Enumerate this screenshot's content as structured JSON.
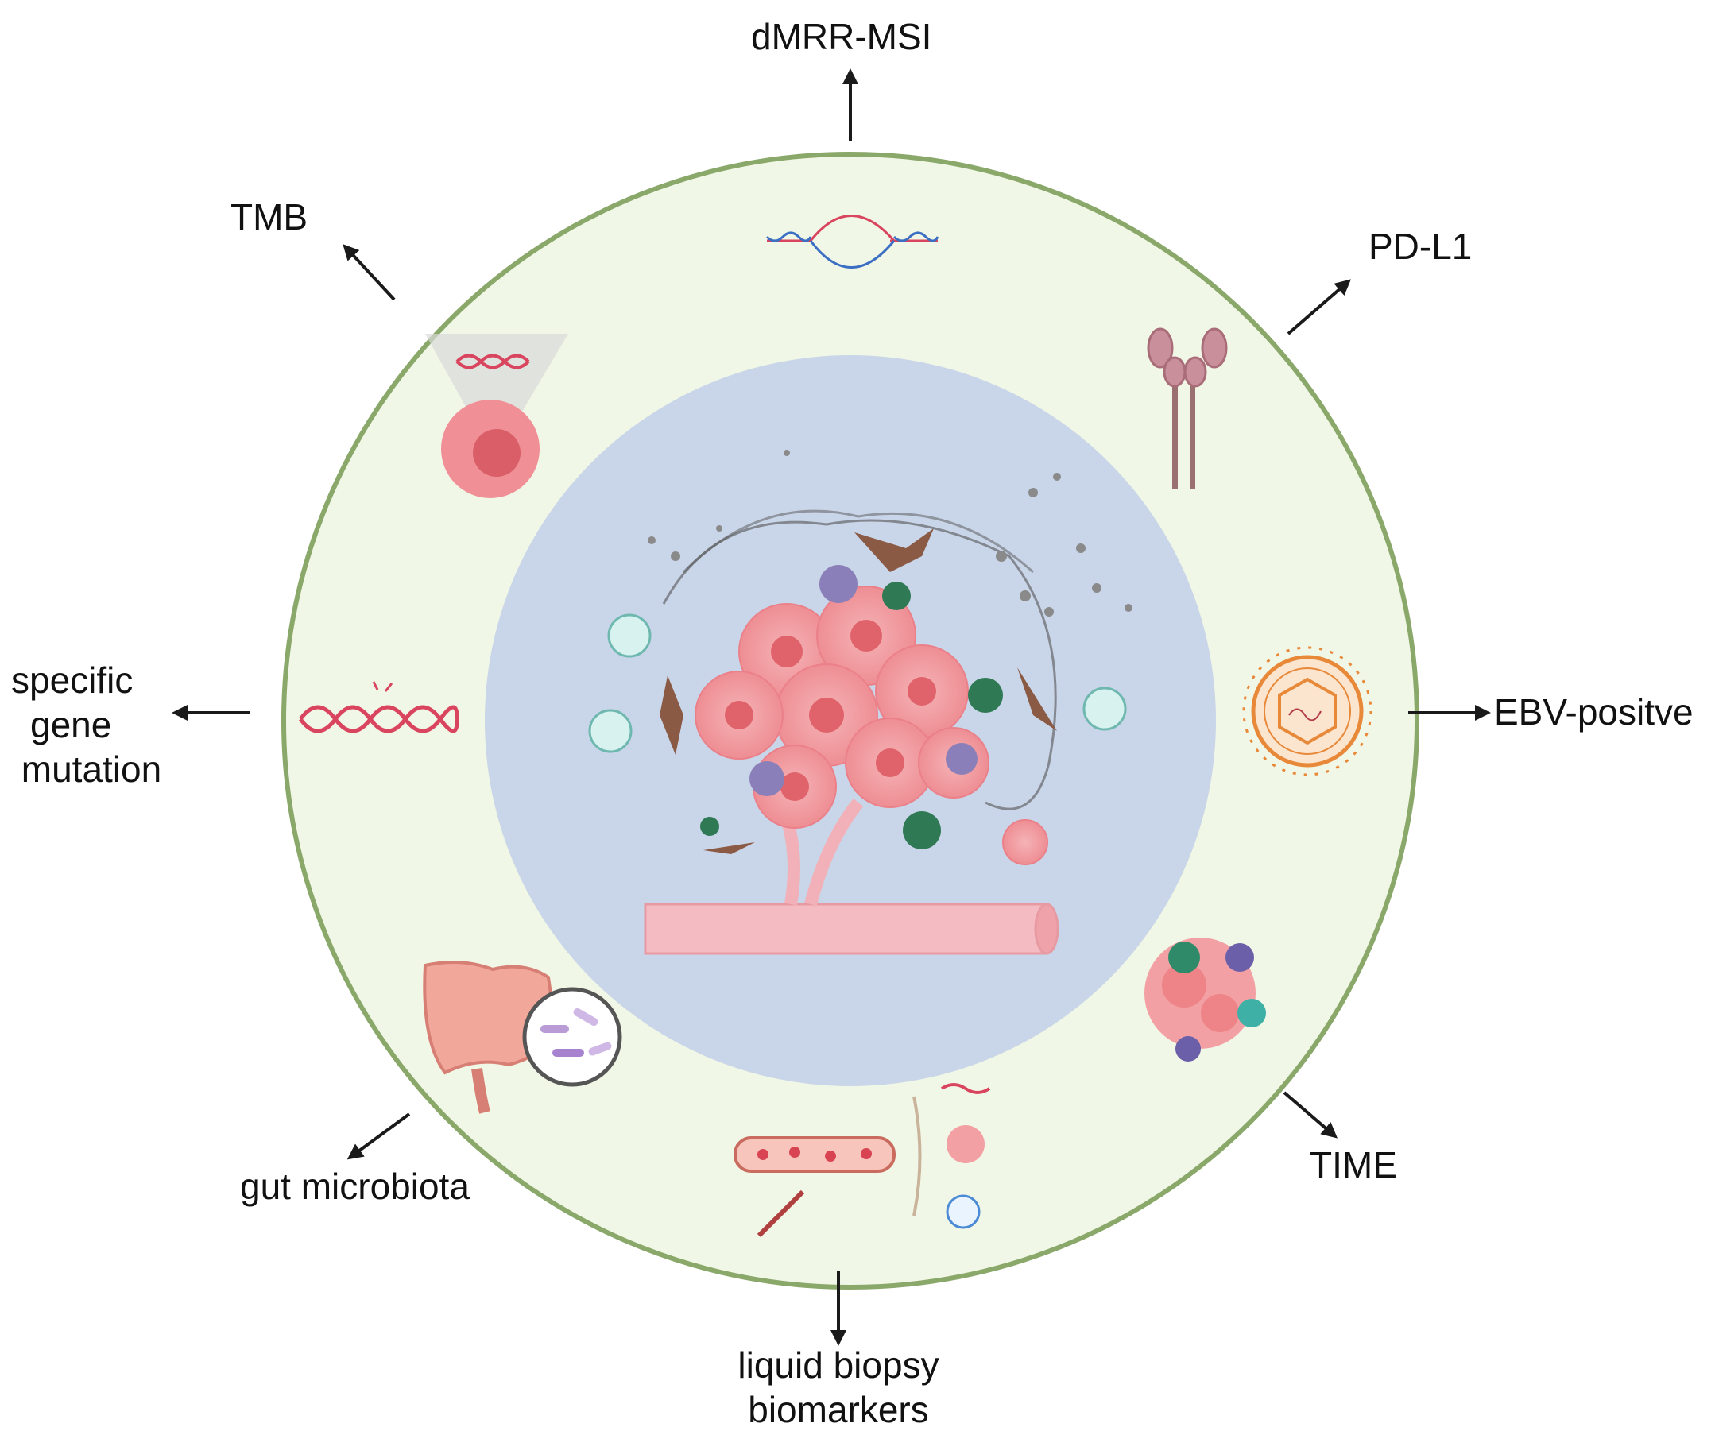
{
  "labels": {
    "dmmr_msi": "dMRR-MSI",
    "tmb": "TMB",
    "pd_l1": "PD-L1",
    "specific_gene_mutation": [
      "specific",
      "gene",
      " mutation"
    ],
    "ebv_positive": "EBV-positve",
    "gut_microbiota": "gut microbiota",
    "time": "TIME",
    "liquid_biopsy_biomarkers": [
      "liquid biopsy",
      "biomarkers"
    ]
  },
  "colors": {
    "outer_ring_fill": "#f1f7e6",
    "outer_ring_stroke": "#8aa86a",
    "inner_circle_fill": "#c9d5e8",
    "tumor_cell": "#f2a0a4",
    "tumor_nucleus": "#e0626b",
    "fibroblast": "#8a5a44",
    "t_cell": "#d8f2ef",
    "macrophage": "#8a7fb8",
    "green_cell": "#2f7a55",
    "vessel": "#f0b7bd",
    "dna_red": "#d9455e",
    "dna_blue": "#3b6fc4",
    "virus_orange": "#e8893a",
    "antibody": "#c98f9a",
    "arrow": "#1a1a1a"
  }
}
